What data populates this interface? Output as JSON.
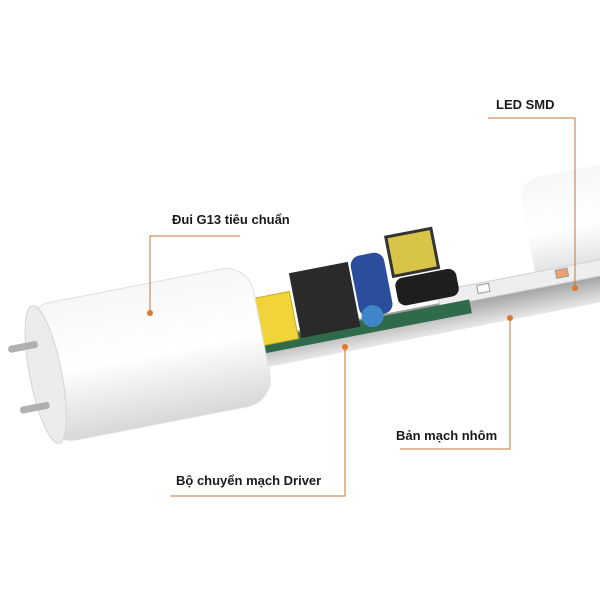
{
  "labels": {
    "led_smd": "LED SMD",
    "end_cap": "Đui G13 tiêu chuẩn",
    "driver": "Bộ chuyển mạch Driver",
    "aluminum_board": "Bản mạch nhôm"
  },
  "colors": {
    "callout_line": "#c8743a",
    "callout_dot": "#e0782a",
    "tube": "#f2f2f2",
    "pcb": "#2f6b4a",
    "capacitor_yellow": "#f0d43a",
    "capacitor_blue": "#2a4d9c",
    "transformer_black": "#2a2a2a"
  }
}
